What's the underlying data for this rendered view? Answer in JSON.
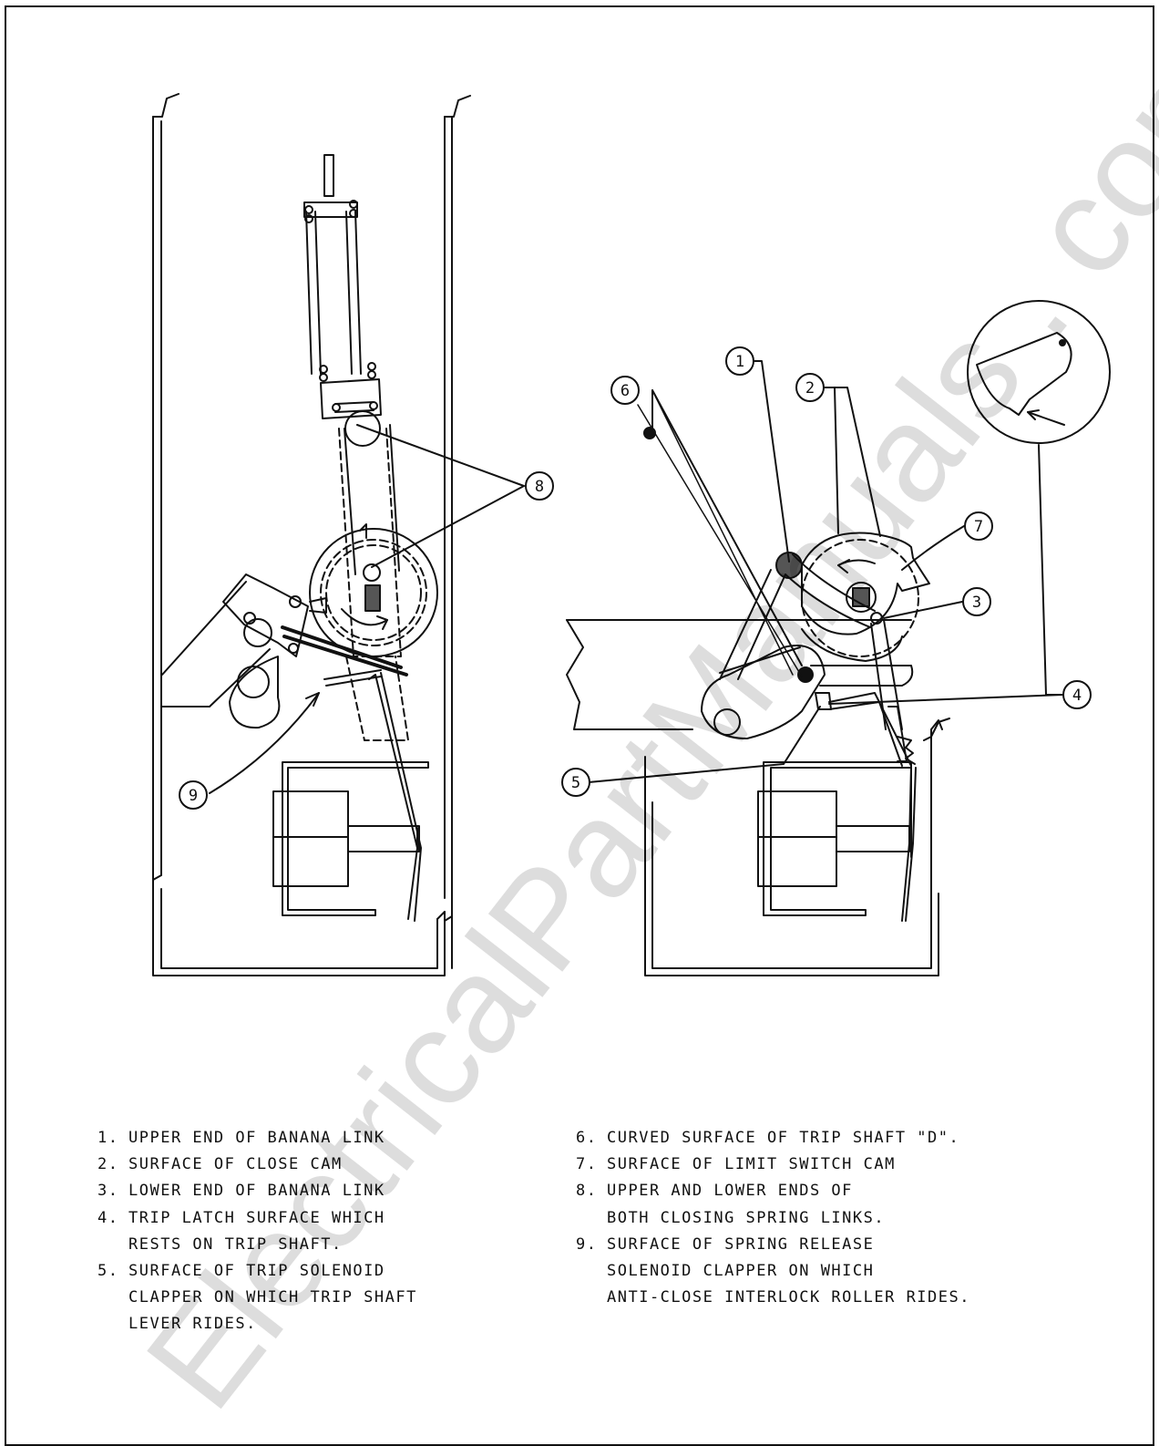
{
  "callouts": [
    "1",
    "2",
    "3",
    "4",
    "5",
    "6",
    "7",
    "8",
    "9"
  ],
  "legend_left": [
    {
      "num": "1.",
      "lines": [
        "UPPER END OF BANANA LINK"
      ]
    },
    {
      "num": "2.",
      "lines": [
        "SURFACE OF CLOSE CAM"
      ]
    },
    {
      "num": "3.",
      "lines": [
        "LOWER END OF BANANA LINK"
      ]
    },
    {
      "num": "4.",
      "lines": [
        "TRIP LATCH SURFACE WHICH",
        "RESTS ON TRIP SHAFT."
      ]
    },
    {
      "num": "5.",
      "lines": [
        "SURFACE OF TRIP SOLENOID",
        "CLAPPER ON WHICH TRIP SHAFT",
        "LEVER RIDES."
      ]
    }
  ],
  "legend_right": [
    {
      "num": "6.",
      "lines": [
        "CURVED SURFACE OF TRIP SHAFT \"D\"."
      ]
    },
    {
      "num": "7.",
      "lines": [
        "SURFACE OF LIMIT SWITCH CAM"
      ]
    },
    {
      "num": "8.",
      "lines": [
        "UPPER AND LOWER ENDS OF",
        "BOTH CLOSING SPRING LINKS."
      ]
    },
    {
      "num": "9.",
      "lines": [
        "SURFACE OF SPRING RELEASE",
        "SOLENOID CLAPPER ON WHICH",
        "ANTI-CLOSE INTERLOCK ROLLER RIDES."
      ]
    }
  ],
  "watermark": "ElectricalPartManuals . com"
}
